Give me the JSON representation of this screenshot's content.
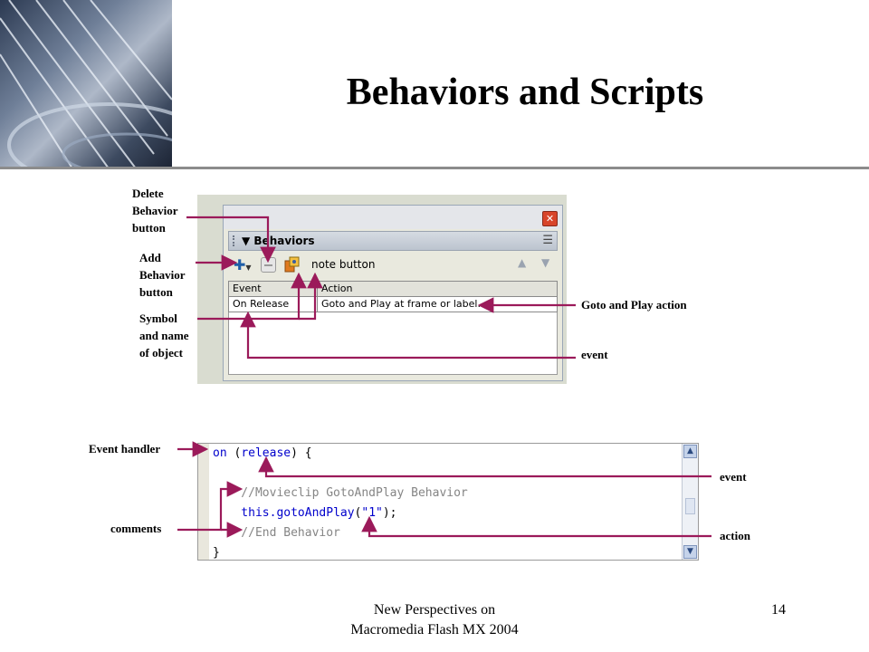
{
  "title": "Behaviors and Scripts",
  "annotations": {
    "delete_behavior": "Delete\nBehavior\nbutton",
    "add_behavior": "Add\nBehavior\nbutton",
    "symbol_name": "Symbol\nand name\nof object",
    "goto_action": "Goto and Play action",
    "event_top": "event",
    "event_handler": "Event handler",
    "comments": "comments",
    "event_bottom": "event",
    "action": "action"
  },
  "behaviors_panel": {
    "title": "Behaviors",
    "close_icon": "close-icon",
    "menu_icon": "options-menu-icon",
    "symbol_name": "note button",
    "columns": [
      "Event",
      "Action"
    ],
    "rows": [
      {
        "event": "On Release",
        "action": "Goto and Play at frame or label..."
      }
    ]
  },
  "script": {
    "lines": [
      [
        {
          "t": "on",
          "c": "kw"
        },
        {
          "t": " (",
          "c": ""
        },
        {
          "t": "release",
          "c": "kw"
        },
        {
          "t": ") {",
          "c": ""
        }
      ],
      [
        {
          "t": "",
          "c": ""
        }
      ],
      [
        {
          "t": "    //Movieclip GotoAndPlay Behavior",
          "c": "cm"
        }
      ],
      [
        {
          "t": "    this.",
          "c": "kw"
        },
        {
          "t": "gotoAndPlay",
          "c": "kw"
        },
        {
          "t": "(",
          "c": ""
        },
        {
          "t": "\"1\"",
          "c": "str"
        },
        {
          "t": ");",
          "c": ""
        }
      ],
      [
        {
          "t": "    //End Behavior",
          "c": "cm"
        }
      ],
      [
        {
          "t": "}",
          "c": ""
        }
      ]
    ]
  },
  "footer": {
    "text_line1": "New Perspectives on",
    "text_line2": "Macromedia Flash MX 2004",
    "page_number": "14"
  },
  "colors": {
    "arrow": "#9b1a5a",
    "rule": "#8c8c8c"
  }
}
